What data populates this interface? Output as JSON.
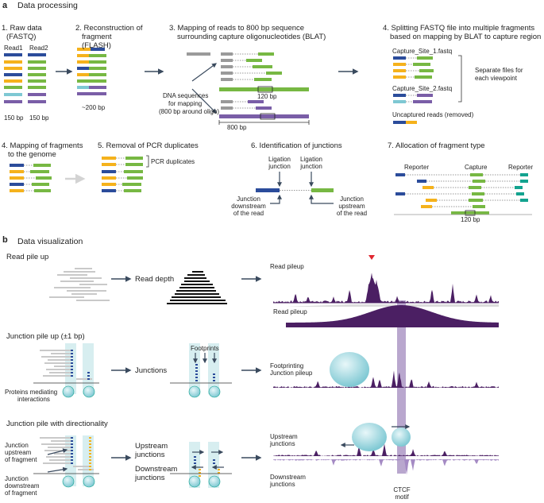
{
  "panel_a": {
    "letter": "a",
    "title": "Data processing",
    "step1": {
      "title_l1": "1. Raw data",
      "title_l2": "(FASTQ)",
      "read1": "Read1",
      "read2": "Read2",
      "len1": "150 bp",
      "len2": "150 bp"
    },
    "step2": {
      "title_l1": "2. Reconstruction of",
      "title_l2": "fragment",
      "title_l3": "(FLASH)",
      "len": "~200 bp"
    },
    "step3": {
      "title_l1": "3. Mapping of reads to 800 bp sequence",
      "title_l2": "surrounding capture oligonucleotides (BLAT)",
      "dna_l1": "DNA sequences",
      "dna_l2": "for mapping",
      "dna_l3": "(800 bp around oligo)",
      "len120": "120 bp",
      "len800": "800 bp"
    },
    "step4": {
      "title_l1": "4. Splitting FASTQ file into multiple fragments",
      "title_l2": "based on mapping by BLAT to capture region",
      "file1": "Capture_Site_1.fastq",
      "file2": "Capture_Site_2.fastq",
      "separate_l1": "Separate files for",
      "separate_l2": "each viewpoint",
      "uncaptured": "Uncaptured reads (removed)"
    },
    "step5": {
      "title_l1": "4. Mapping of fragments",
      "title_l2": "to the genome"
    },
    "step6": {
      "title": "5. Removal of PCR duplicates",
      "pcr": "PCR duplicates"
    },
    "step7": {
      "title": "6. Identification of junctions",
      "lig1_l1": "Ligation",
      "lig1_l2": "junction",
      "lig2_l1": "Ligation",
      "lig2_l2": "junction",
      "jd_l1": "Junction",
      "jd_l2": "downstream",
      "jd_l3": "of the read",
      "ju_l1": "Junction",
      "ju_l2": "upstream",
      "ju_l3": "of the read"
    },
    "step8": {
      "title": "7. Allocation of fragment type",
      "reporter_left": "Reporter",
      "capture": "Capture",
      "reporter_right": "Reporter",
      "len": "120 bp"
    }
  },
  "panel_b": {
    "letter": "b",
    "title": "Data visualization",
    "row1": {
      "title": "Read pile up",
      "depth": "Read depth",
      "pileup1": "Read pileup",
      "pileup2": "Read pileup"
    },
    "row2": {
      "title": "Junction pile up (±1 bp)",
      "proteins_l1": "Proteins mediating",
      "proteins_l2": "interactions",
      "junctions": "Junctions",
      "footprints": "Footprints",
      "fp_l1": "Footprinting",
      "fp_l2": "Junction pileup"
    },
    "row3": {
      "title": "Junction pile with directionality",
      "ju_l1": "Junction",
      "ju_l2": "upstream",
      "ju_l3": "of fragment",
      "jd_l1": "Junction",
      "jd_l2": "downstream",
      "jd_l3": "of fragment",
      "up": "Upstream",
      "up2": "junctions",
      "down": "Downstream",
      "down2": "junctions",
      "tr_up_l1": "Upstream",
      "tr_up_l2": "junctions",
      "tr_dn_l1": "Downstream",
      "tr_dn_l2": "junctions",
      "ctcf_l1": "CTCF",
      "ctcf_l2": "motif"
    }
  },
  "colors": {
    "blue": "#2b4c9b",
    "orange": "#f5b21c",
    "green": "#77b843",
    "gray": "#9a9a9a",
    "purple": "#7a5ea7",
    "teal": "#13a38f",
    "cyan": "#7ec8d3",
    "dark_purple": "#4b1f63"
  }
}
